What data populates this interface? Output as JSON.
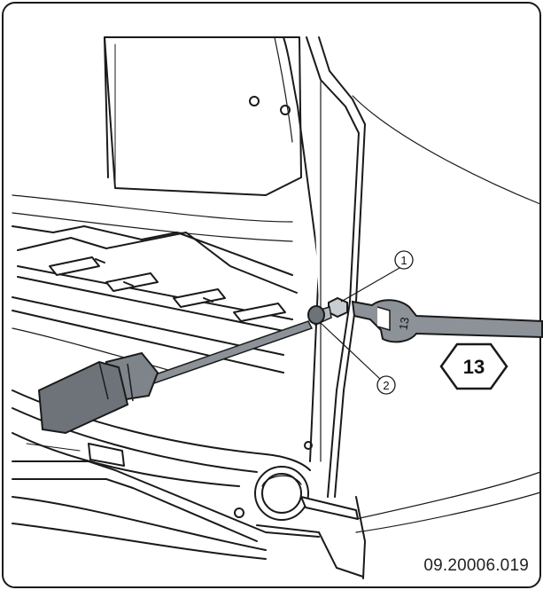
{
  "callouts": {
    "nut_label": "1",
    "bolt_label": "2"
  },
  "tool": {
    "wrench_size": "13",
    "wrench_stamp": "13"
  },
  "figure": {
    "reference": "09.20006.019"
  },
  "colors": {
    "line": "#1a1a1a",
    "tool_gray": "#8c9298",
    "handle_dark": "#6e7379",
    "panel_light": "#ffffff",
    "shade": "#e9ebee"
  }
}
